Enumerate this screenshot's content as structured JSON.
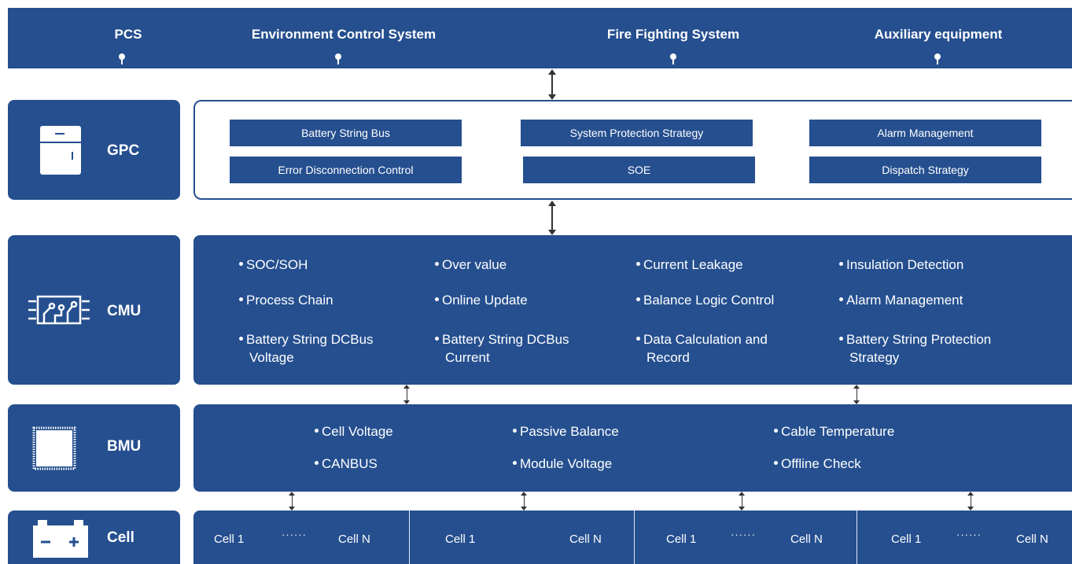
{
  "top_bar": {
    "items": [
      "PCS",
      "Environment Control System",
      "Fire Fighting System",
      "Auxiliary equipment"
    ]
  },
  "rows": {
    "gpc": {
      "label": "GPC",
      "icon": "refrigerator-cabinet-icon",
      "boxes": [
        "Battery String Bus",
        "System Protection Strategy",
        "Alarm Management",
        "Error Disconnection Control",
        "SOE",
        "Dispatch Strategy"
      ]
    },
    "cmu": {
      "label": "CMU",
      "icon": "circuit-board-icon",
      "items": [
        [
          "SOC/SOH"
        ],
        [
          "Over value"
        ],
        [
          "Current Leakage"
        ],
        [
          "Insulation Detection"
        ],
        [
          "Process Chain"
        ],
        [
          "Online Update"
        ],
        [
          "Balance Logic Control"
        ],
        [
          "Alarm Management"
        ],
        [
          "Battery String DCBus",
          "Voltage"
        ],
        [
          "Battery String DCBus",
          "Current"
        ],
        [
          "Data Calculation and",
          "Record"
        ],
        [
          "Battery String Protection",
          "Strategy"
        ]
      ]
    },
    "bmu": {
      "label": "BMU",
      "icon": "chip-icon",
      "items": [
        "Cell Voltage",
        "Passive Balance",
        "Cable Temperature",
        "CANBUS",
        "Module Voltage",
        "Offline Check"
      ]
    },
    "cell": {
      "label": "Cell",
      "icon": "battery-icon",
      "groups": [
        {
          "first": "Cell 1",
          "dots": "······",
          "last": "Cell N"
        },
        {
          "first": "Cell 1",
          "dots": "",
          "last": "Cell N"
        },
        {
          "first": "Cell 1",
          "dots": "······",
          "last": "Cell N"
        },
        {
          "first": "Cell 1",
          "dots": "······",
          "last": "Cell N"
        }
      ]
    }
  },
  "colors": {
    "primary_blue": "#254f8f",
    "background": "#ffffff",
    "connector": "#333333"
  }
}
